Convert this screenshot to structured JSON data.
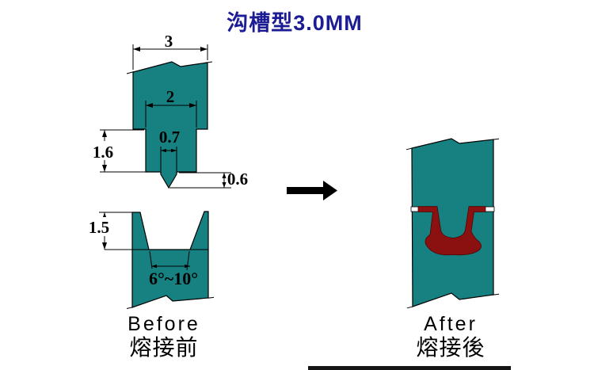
{
  "title": "沟槽型3.0MM",
  "colors": {
    "material": "#178080",
    "weld": "#8B1010",
    "weld_edge": "#4A0808",
    "title_text": "#1C1C94",
    "label_text": "#000000",
    "outline": "#000000",
    "bottom_bar": "#151515"
  },
  "before": {
    "label_en": "Before",
    "label_zh": "熔接前",
    "dimensions": {
      "top_width": "3",
      "mid_width": "2",
      "tip_width": "0.7",
      "mid_height": "1.6",
      "tip_height": "0.6",
      "groove_depth": "1.5",
      "groove_angle": "6°~10°"
    }
  },
  "after": {
    "label_en": "After",
    "label_zh": "熔接後"
  }
}
